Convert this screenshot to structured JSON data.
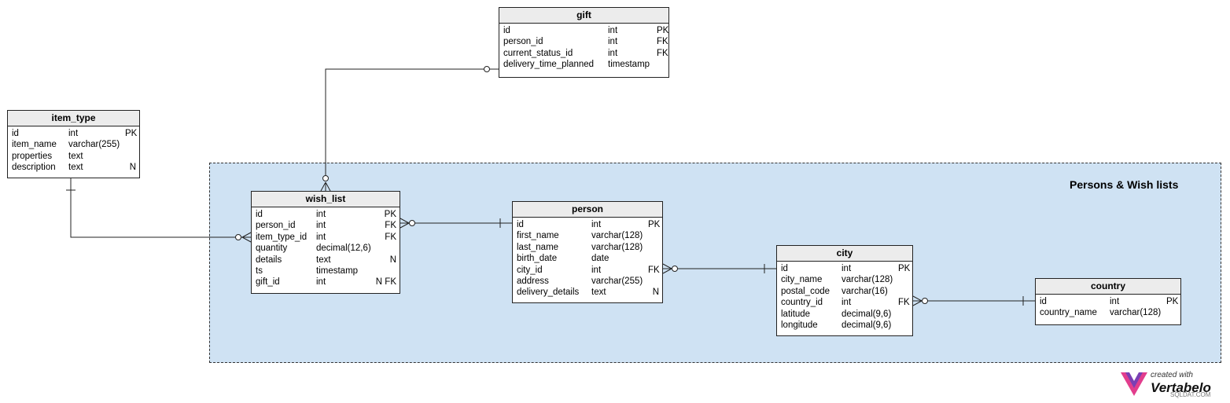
{
  "area": {
    "title": "Persons & Wish lists"
  },
  "tables": {
    "gift": {
      "name": "gift",
      "columns": [
        [
          "id",
          "int",
          "PK"
        ],
        [
          "person_id",
          "int",
          "FK"
        ],
        [
          "current_status_id",
          "int",
          "FK"
        ],
        [
          "delivery_time_planned",
          "timestamp",
          ""
        ]
      ]
    },
    "item_type": {
      "name": "item_type",
      "columns": [
        [
          "id",
          "int",
          "PK"
        ],
        [
          "item_name",
          "varchar(255)",
          ""
        ],
        [
          "properties",
          "text",
          ""
        ],
        [
          "description",
          "text",
          "N"
        ]
      ]
    },
    "wish_list": {
      "name": "wish_list",
      "columns": [
        [
          "id",
          "int",
          "PK"
        ],
        [
          "person_id",
          "int",
          "FK"
        ],
        [
          "item_type_id",
          "int",
          "FK"
        ],
        [
          "quantity",
          "decimal(12,6)",
          ""
        ],
        [
          "details",
          "text",
          "N"
        ],
        [
          "ts",
          "timestamp",
          ""
        ],
        [
          "gift_id",
          "int",
          "N FK"
        ]
      ]
    },
    "person": {
      "name": "person",
      "columns": [
        [
          "id",
          "int",
          "PK"
        ],
        [
          "first_name",
          "varchar(128)",
          ""
        ],
        [
          "last_name",
          "varchar(128)",
          ""
        ],
        [
          "birth_date",
          "date",
          ""
        ],
        [
          "city_id",
          "int",
          "FK"
        ],
        [
          "address",
          "varchar(255)",
          ""
        ],
        [
          "delivery_details",
          "text",
          "N"
        ]
      ]
    },
    "city": {
      "name": "city",
      "columns": [
        [
          "id",
          "int",
          "PK"
        ],
        [
          "city_name",
          "varchar(128)",
          ""
        ],
        [
          "postal_code",
          "varchar(16)",
          ""
        ],
        [
          "country_id",
          "int",
          "FK"
        ],
        [
          "latitude",
          "decimal(9,6)",
          ""
        ],
        [
          "longitude",
          "decimal(9,6)",
          ""
        ]
      ]
    },
    "country": {
      "name": "country",
      "columns": [
        [
          "id",
          "int",
          "PK"
        ],
        [
          "country_name",
          "varchar(128)",
          ""
        ]
      ]
    }
  },
  "logo": {
    "top": "created with",
    "main": "Vertabelo"
  },
  "watermark": "SQLDAT.COM"
}
